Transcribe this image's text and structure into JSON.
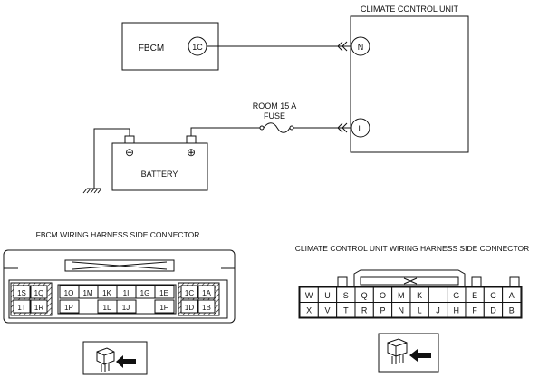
{
  "wiring": {
    "fbcm_label": "FBCM",
    "fbcm_terminal": "1C",
    "ccu_title": "CLIMATE CONTROL UNIT",
    "ccu_terminal_top": "N",
    "ccu_terminal_bottom": "L",
    "fuse_line1": "ROOM 15 A",
    "fuse_line2": "FUSE",
    "battery_label": "BATTERY",
    "battery_neg": "⊖",
    "battery_pos": "⊕"
  },
  "fbcm_connector": {
    "title": "FBCM WIRING HARNESS SIDE CONNECTOR",
    "left_block": {
      "top": [
        "1S",
        "1Q"
      ],
      "bottom": [
        "1T",
        "1R"
      ]
    },
    "center_block": {
      "top": [
        "1O",
        "1M",
        "1K",
        "1I",
        "1G",
        "1E"
      ],
      "bottom": [
        "1P",
        "1L",
        "1J",
        "1F"
      ]
    },
    "right_block": {
      "top": [
        "1C",
        "1A"
      ],
      "bottom": [
        "1D",
        "1B"
      ]
    }
  },
  "ccu_connector": {
    "title": "CLIMATE CONTROL UNIT WIRING HARNESS SIDE CONNECTOR",
    "top_row": [
      "W",
      "U",
      "S",
      "Q",
      "O",
      "M",
      "K",
      "I",
      "G",
      "E",
      "C",
      "A"
    ],
    "bottom_row": [
      "X",
      "V",
      "T",
      "R",
      "P",
      "N",
      "L",
      "J",
      "H",
      "F",
      "D",
      "B"
    ]
  }
}
